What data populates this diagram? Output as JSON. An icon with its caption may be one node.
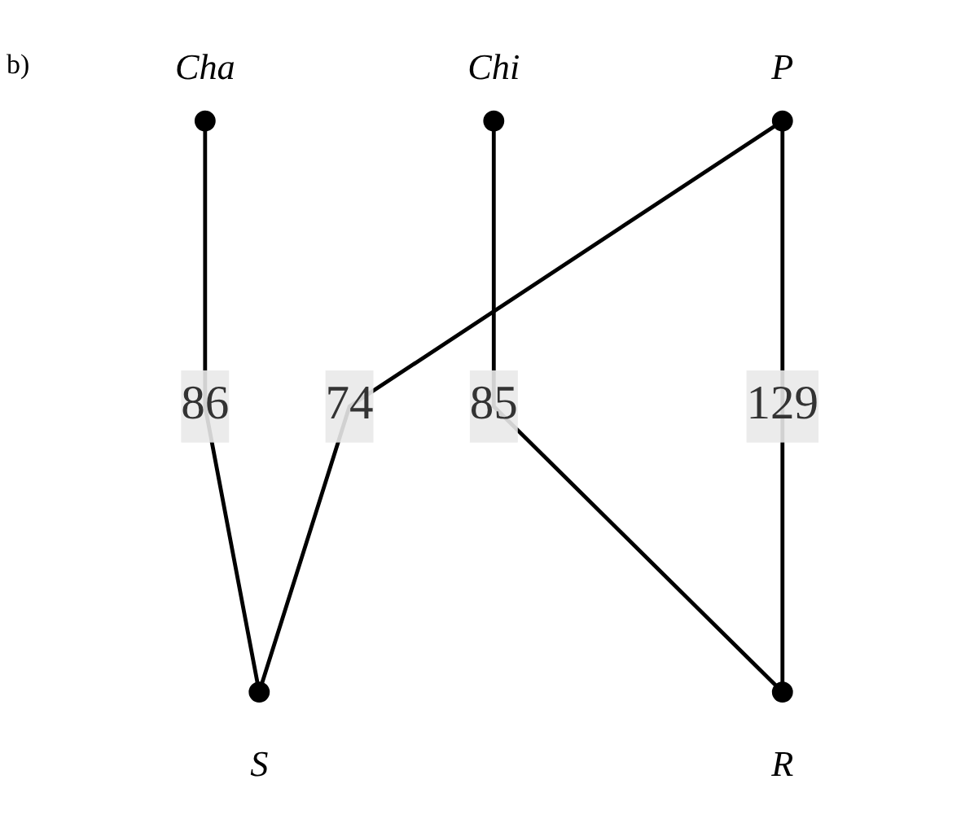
{
  "diagram": {
    "nodes": [
      {
        "text": [],
        "shape": "circle",
        "beside": [
          "Cha"
        ]
      },
      {
        "text": [],
        "shape": "circle",
        "beside": [
          "Chi"
        ]
      },
      {
        "text": [],
        "shape": "circle",
        "beside": [
          "P"
        ]
      },
      {
        "text": [],
        "shape": "circle",
        "beside": [
          "R"
        ]
      },
      {
        "text": [],
        "shape": "circle",
        "beside": [
          "S"
        ]
      }
    ],
    "edges": [
      {
        "from": 0,
        "to": 4,
        "arrow": "none",
        "label": "86"
      },
      {
        "from": 1,
        "to": 3,
        "arrow": "none",
        "label": "85"
      },
      {
        "from": 2,
        "to": 3,
        "arrow": "none",
        "label": "129"
      },
      {
        "from": 2,
        "to": 4,
        "arrow": "none",
        "label": "74"
      }
    ],
    "labels": [
      "b)"
    ]
  }
}
